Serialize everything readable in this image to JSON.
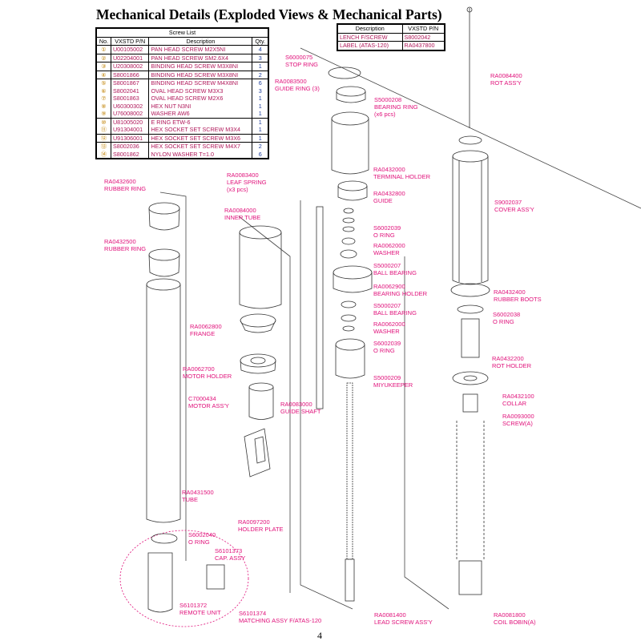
{
  "title": "Mechanical Details (Exploded Views & Mechanical Parts)",
  "screw_list": {
    "caption": "Screw List",
    "headers": [
      "No.",
      "VXSTD P/N",
      "Description",
      "Qty."
    ],
    "rows": [
      [
        "①",
        "U00105002",
        "PAN HEAD SCREW M2X5NI",
        "4"
      ],
      [
        "②",
        "U02204001",
        "PAN HEAD SCREW SM2.6X4",
        "3"
      ],
      [
        "③",
        "U20308002",
        "BINDING HEAD SCREW M3X8NI",
        "1"
      ],
      [
        "④",
        "S8001866",
        "BINDING HEAD SCREW M3X8NI",
        "2"
      ],
      [
        "⑤",
        "S8001867",
        "BINDING HEAD SCREW M4X8NI",
        "6"
      ],
      [
        "⑥",
        "S8002041",
        "OVAL HEAD SCREW M3X3",
        "3"
      ],
      [
        "⑦",
        "S8001863",
        "OVAL HEAD SCREW M2X6",
        "1"
      ],
      [
        "⑧",
        "U60300302",
        "HEX NUT N3NI",
        "1"
      ],
      [
        "⑨",
        "U76008002",
        "WASHER AW6",
        "1"
      ],
      [
        "⑩",
        "U81005020",
        "E RING ETW-6",
        "1"
      ],
      [
        "⑪",
        "U91304001",
        "HEX SOCKET SET SCREW M3X4",
        "1"
      ],
      [
        "⑫",
        "U91306001",
        "HEX SOCKET SET SCREW M3X6",
        "1"
      ],
      [
        "⑬",
        "S8002036",
        "HEX SOCKET SET SCREW M4X7",
        "2"
      ],
      [
        "⑭",
        "S8001862",
        "NYLON WASHER T=1.0",
        "6"
      ]
    ]
  },
  "extra_table": {
    "headers": [
      "Description",
      "VXSTD P/N"
    ],
    "rows": [
      [
        "LENCH F/SCREW",
        "S8002042"
      ],
      [
        "LABEL (ATAS-120)",
        "RA0437800"
      ]
    ]
  },
  "labels": [
    [
      "S6000075",
      "STOP RING"
    ],
    [
      "RA0083500",
      "GUIDE RING (3)"
    ],
    [
      "S5000208",
      "BEARING RING",
      "(x6 pcs)"
    ],
    [
      "RA0083400",
      "LEAF SPRING",
      "(x3 pcs)"
    ],
    [
      "RA0432000",
      "TERMINAL HOLDER"
    ],
    [
      "RA0432800",
      "GUIDE"
    ],
    [
      "RA0432600",
      "RUBBER RING"
    ],
    [
      "RA0084000",
      "INNER TUBE"
    ],
    [
      "RA0432500",
      "RUBBER RING"
    ],
    [
      "S6002039",
      "O RING"
    ],
    [
      "RA0062000",
      "WASHER"
    ],
    [
      "S5000207",
      "BALL BEARING"
    ],
    [
      "RA0062900",
      "BEARING HOLDER"
    ],
    [
      "S5000207",
      "BALL BEARING"
    ],
    [
      "RA0062000",
      "WASHER"
    ],
    [
      "S6002039",
      "O RING"
    ],
    [
      "S5000209",
      "MIYUKEEPER"
    ],
    [
      "RA0084400",
      "ROT ASS'Y"
    ],
    [
      "S9002037",
      "COVER ASS'Y"
    ],
    [
      "RA0432400",
      "RUBBER BOOTS"
    ],
    [
      "S6002038",
      "O RING"
    ],
    [
      "RA0432200",
      "ROT HOLDER"
    ],
    [
      "RA0432100",
      "COLLAR"
    ],
    [
      "RA0093000",
      "SCREW(A)"
    ],
    [
      "RA0062800",
      "FRANGE"
    ],
    [
      "RA0062700",
      "MOTOR HOLDER"
    ],
    [
      "C7000434",
      "MOTOR ASS'Y"
    ],
    [
      "RA0083000",
      "GUIDE SHAFT"
    ],
    [
      "RA0431500",
      "TUBE"
    ],
    [
      "RA0097200",
      "HOLDER PLATE"
    ],
    [
      "S6002040",
      "O RING"
    ],
    [
      "S6101373",
      "CAP. ASSY"
    ],
    [
      "S6101372",
      "REMOTE UNIT"
    ],
    [
      "S6101374",
      "MATCHING ASSY F/ATAS-120"
    ],
    [
      "RA0081400",
      "LEAD SCREW ASS'Y"
    ],
    [
      "RA0081800",
      "COIL BOBIN(A)"
    ]
  ],
  "page_number": "4",
  "colors": {
    "label": "#e0107a",
    "part_no": "#b0185a",
    "qty": "#1a3a9a"
  }
}
